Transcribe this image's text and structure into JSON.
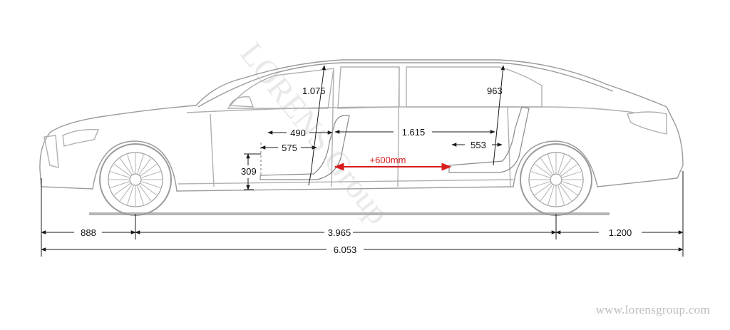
{
  "watermark": {
    "diagonal_text": "LORENS Group",
    "url": "www.lorensgroup.com"
  },
  "dimensions": {
    "front_overhang": "888",
    "wheelbase": "3.965",
    "rear_overhang": "1.200",
    "overall_length": "6.053",
    "front_headroom": "1.075",
    "rear_headroom": "963",
    "front_seat_cushion": "490",
    "front_legroom": "575",
    "seat_height": "309",
    "rear_cabin_length": "1.615",
    "rear_legroom": "553",
    "extension": "+600mm"
  },
  "colors": {
    "line": "#1a1a1a",
    "car_outline": "#9a9a9a",
    "accent_red": "#d81e1e"
  }
}
